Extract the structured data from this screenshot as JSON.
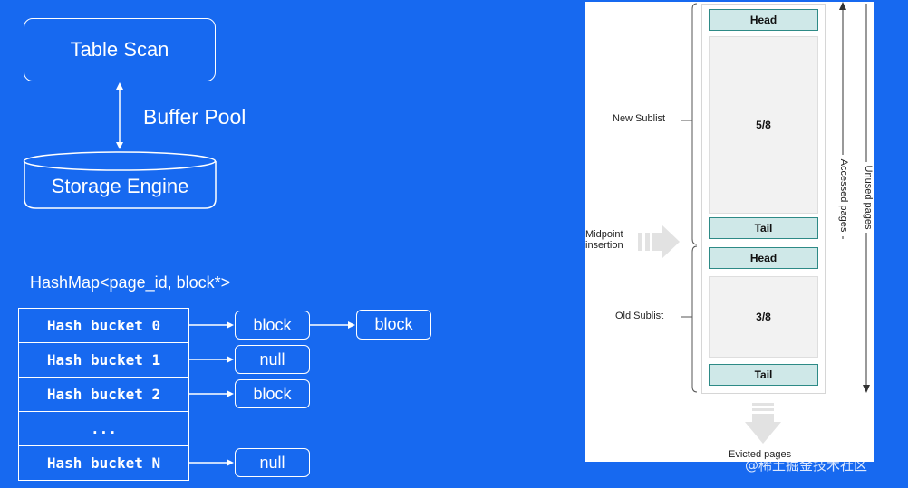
{
  "left_diagram": {
    "table_scan": "Table Scan",
    "buffer_pool": "Buffer Pool",
    "storage_engine": "Storage Engine"
  },
  "hashmap": {
    "title": "HashMap<page_id, block*>",
    "buckets": [
      "Hash bucket 0",
      "Hash bucket 1",
      "Hash bucket 2",
      "...",
      "Hash bucket N"
    ],
    "chain": {
      "bucket0": [
        "block",
        "block"
      ],
      "bucket1": "null",
      "bucket2": "block",
      "bucketN": "null"
    }
  },
  "lru_panel": {
    "new_sublist": "New Sublist",
    "old_sublist": "Old Sublist",
    "midpoint": "Midpoint\ninsertion",
    "new_head": "Head",
    "new_fraction": "5/8",
    "new_tail": "Tail",
    "old_head": "Head",
    "old_fraction": "3/8",
    "old_tail": "Tail",
    "accessed_pages": "Accessed pages",
    "unused_pages": "Unused pages",
    "evicted_pages": "Evicted pages"
  },
  "watermark": "@稀土掘金技术社区",
  "colors": {
    "background": "#1769f0",
    "teal_fill": "#cfe8e8",
    "teal_border": "#2d8a86"
  }
}
